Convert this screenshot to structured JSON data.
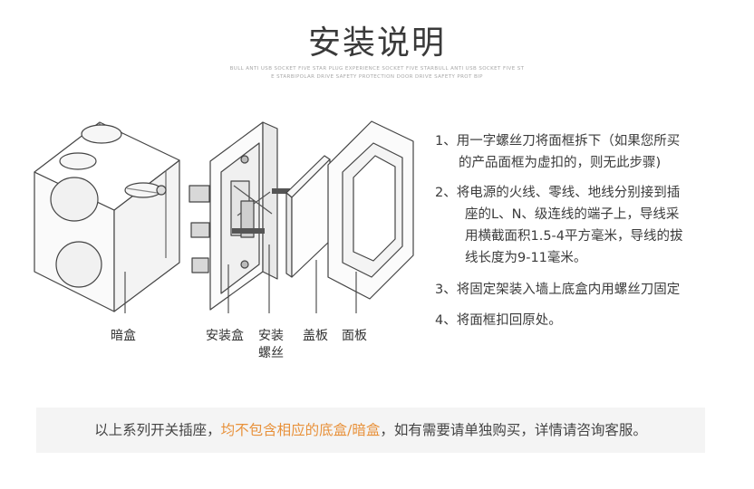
{
  "title": "安装说明",
  "subtitle_line1": "BULL ANTI USB SOCKET FIVE STAR PLUG EXPERIENCE SOCKET FIVE STARBULL ANTI USB SOCKET FIVE ST",
  "subtitle_line2": "E STARBIPOLAR DRIVE SAFETY PROTECTION DOOR  DRIVE SAFETY PROT BIP",
  "steps": [
    {
      "lines": [
        "1、用一字螺丝刀将面框拆下（如果您所买",
        "的产品面框为虚扣的，则无此步骤)"
      ]
    },
    {
      "lines": [
        "2、将电源的火线、零线、地线分别接到插",
        "座的L、N、级连线的端子上，导线采",
        "用横截面积1.5-4平方毫米，导线的拔",
        "线长度为9-11毫米。"
      ]
    },
    {
      "lines": [
        "3、将固定架装入墙上底盒内用螺丝刀固定"
      ]
    },
    {
      "lines": [
        "4、将面框扣回原处。"
      ]
    }
  ],
  "parts": {
    "dark_box": "暗盒",
    "mount_box": "安装盒",
    "screw_line1": "安装",
    "screw_line2": "螺丝",
    "cover_plate": "盖板",
    "face_panel": "面板"
  },
  "note": {
    "prefix": "以上系列开关插座，",
    "highlight": "均不包含相应的底盒/暗盒",
    "suffix": "，如有需要请单独购买，详情请咨询客服。"
  },
  "colors": {
    "highlight": "#e8913a",
    "note_bg": "#f4f4f4"
  }
}
